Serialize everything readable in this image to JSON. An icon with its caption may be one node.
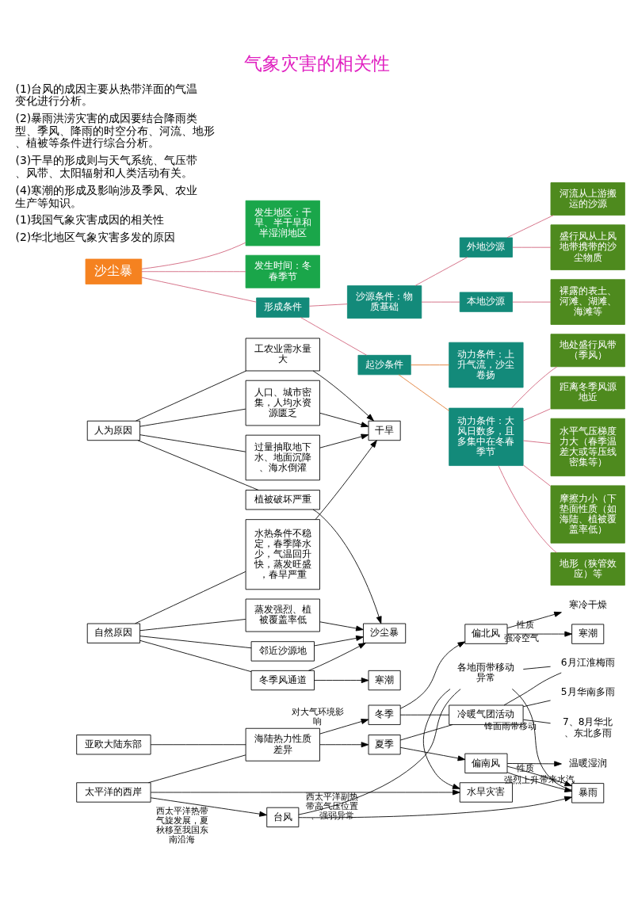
{
  "diagram": {
    "title": "气象灾害的相关性",
    "nodes": [
      {
        "text": [
          "亚欧大陆东部"
        ]
      },
      {
        "text": [
          "太平洋的西岸"
        ]
      },
      {
        "text": [
          "海陆热力性质差异"
        ]
      },
      {
        "text": [
          "冬季"
        ]
      },
      {
        "text": [
          "夏季"
        ]
      },
      {
        "text": [
          "冷暖气团活动"
        ]
      },
      {
        "text": [
          "偏北风"
        ]
      },
      {
        "text": [
          "寒潮"
        ]
      },
      {
        "text": [
          "寒冷干燥"
        ]
      },
      {
        "text": [
          "7、8月华北、东北多雨"
        ]
      },
      {
        "text": [
          "6月江淮梅雨"
        ]
      },
      {
        "text": [
          "5月华南多雨"
        ]
      },
      {
        "text": [
          "偏南风"
        ]
      },
      {
        "text": [
          "温暖湿润"
        ]
      },
      {
        "text": [
          "暴雨"
        ]
      },
      {
        "text": [
          "台风"
        ]
      },
      {
        "text": [
          "水旱灾害"
        ]
      },
      {
        "text": [
          "各地雨带移动异常"
        ]
      },
      {
        "text": [
          "自然原因"
        ]
      },
      {
        "text": [
          "水热条件不稳定，春季降水少，气温回升快，蒸发旺盛，春旱严重"
        ]
      },
      {
        "text": [
          "冬季风通道"
        ]
      },
      {
        "text": [
          "邻近沙源地"
        ]
      },
      {
        "text": [
          "蒸发强烈、植被覆盖率低"
        ]
      },
      {
        "text": [
          "寒潮"
        ]
      },
      {
        "text": [
          "干旱"
        ]
      },
      {
        "text": [
          "沙尘暴"
        ]
      },
      {
        "text": [
          "工农业需水量大"
        ]
      },
      {
        "text": [
          "人口、城市密集，人均水资源匮乏"
        ]
      },
      {
        "text": [
          "过量抽取地下水、地面沉降、海水倒灌"
        ]
      },
      {
        "text": [
          "植被破坏严重"
        ]
      },
      {
        "text": [
          "人为原因"
        ]
      },
      {
        "text": [
          "沙尘暴"
        ]
      },
      {
        "text": [
          "发生地区：干旱、半干旱和半湿润地区"
        ]
      },
      {
        "text": [
          "发生时间：冬春季节"
        ]
      },
      {
        "text": [
          "形成条件"
        ]
      },
      {
        "text": [
          "沙源条件：物质基础"
        ]
      },
      {
        "text": [
          "外地沙源"
        ]
      },
      {
        "text": [
          "河流从上游搬运的沙源"
        ]
      },
      {
        "text": [
          "盛行风从上风地带携带的沙尘物质"
        ]
      },
      {
        "text": [
          "本地沙源"
        ]
      },
      {
        "text": [
          "裸露的表土、河滩、湖滩、海滩等"
        ]
      },
      {
        "text": [
          "起沙条件"
        ]
      },
      {
        "text": [
          "动力条件：上升气流，沙尘卷扬"
        ]
      },
      {
        "text": [
          "动力条件：大风日数多，且多集中在冬春季节"
        ]
      },
      {
        "text": [
          "地处盛行风带（季风）"
        ]
      },
      {
        "text": [
          "距离冬季风源地近"
        ]
      },
      {
        "text": [
          "水平气压梯度力大（春季温差大或等压线密集等）"
        ]
      },
      {
        "text": [
          "摩擦力小（下垫面性质（如海陆、植被覆盖率低）"
        ]
      },
      {
        "text": [
          "地形（狭管效应）等"
        ]
      }
    ],
    "edges": [
      {
        "from": 0,
        "to": 2,
        "arrow": "none"
      },
      {
        "from": 1,
        "to": 2,
        "arrow": "none"
      },
      {
        "from": 2,
        "to": 3,
        "arrow": "to",
        "label": "对大气环境影响"
      },
      {
        "from": 2,
        "to": 4,
        "arrow": "to"
      },
      {
        "from": 3,
        "to": 5,
        "arrow": "none"
      },
      {
        "from": 4,
        "to": 5,
        "arrow": "none"
      },
      {
        "from": 3,
        "to": 6,
        "arrow": "to"
      },
      {
        "from": 6,
        "to": 7,
        "arrow": "to",
        "label": "强冷空气"
      },
      {
        "from": 6,
        "to": 8,
        "arrow": "to",
        "label": "性质"
      },
      {
        "from": 5,
        "to": 9,
        "arrow": "none",
        "label": "锋面雨带移动"
      },
      {
        "from": 5,
        "to": 10,
        "arrow": "none"
      },
      {
        "from": 5,
        "to": 11,
        "arrow": "none"
      },
      {
        "from": 4,
        "to": 12,
        "arrow": "to"
      },
      {
        "from": 12,
        "to": 13,
        "arrow": "to",
        "label": "性质"
      },
      {
        "from": 12,
        "to": 14,
        "arrow": "to",
        "label": "带来水汽"
      },
      {
        "from": 12,
        "to": 14,
        "arrow": "to",
        "label": "强烈上升"
      },
      {
        "from": 1,
        "to": 15,
        "arrow": "to",
        "label": "西太平洋热带气旋发展，夏秋移至我国东南沿海"
      },
      {
        "from": 15,
        "to": 14,
        "arrow": "to"
      },
      {
        "from": 1,
        "to": 16,
        "arrow": "to",
        "label": "西太平洋副热带高气压位置、强弱异常"
      },
      {
        "from": 10,
        "to": 17,
        "arrow": "none"
      },
      {
        "from": 14,
        "to": 17,
        "arrow": "none"
      },
      {
        "from": 15,
        "to": 17,
        "arrow": "none"
      },
      {
        "from": 17,
        "to": 16,
        "arrow": "to"
      },
      {
        "from": 18,
        "to": 19,
        "arrow": "none"
      },
      {
        "from": 18,
        "to": 20,
        "arrow": "none"
      },
      {
        "from": 18,
        "to": 21,
        "arrow": "none"
      },
      {
        "from": 18,
        "to": 22,
        "arrow": "none"
      },
      {
        "from": 19,
        "to": 24,
        "arrow": "to"
      },
      {
        "from": 20,
        "to": 23,
        "arrow": "to"
      },
      {
        "from": 20,
        "to": 25,
        "arrow": "to"
      },
      {
        "from": 21,
        "to": 25,
        "arrow": "to"
      },
      {
        "from": 22,
        "to": 25,
        "arrow": "to"
      },
      {
        "from": 26,
        "to": 24,
        "arrow": "to"
      },
      {
        "from": 27,
        "to": 24,
        "arrow": "to"
      },
      {
        "from": 28,
        "to": 24,
        "arrow": "to"
      },
      {
        "from": 29,
        "to": 25,
        "arrow": "to"
      },
      {
        "from": 30,
        "to": 26,
        "arrow": "none"
      },
      {
        "from": 30,
        "to": 27,
        "arrow": "none"
      },
      {
        "from": 30,
        "to": 28,
        "arrow": "none"
      },
      {
        "from": 30,
        "to": 29,
        "arrow": "none"
      },
      {
        "from": 31,
        "to": 32,
        "arrow": "none",
        "color": "#d0607a"
      },
      {
        "from": 31,
        "to": 33,
        "arrow": "none",
        "color": "#d0607a"
      },
      {
        "from": 31,
        "to": 34,
        "arrow": "none",
        "color": "#d0607a"
      },
      {
        "from": 34,
        "to": 35,
        "arrow": "none",
        "color": "#d0607a"
      },
      {
        "from": 34,
        "to": 41,
        "arrow": "none",
        "color": "#d0607a"
      },
      {
        "from": 35,
        "to": 36,
        "arrow": "none",
        "color": "#d0607a"
      },
      {
        "from": 35,
        "to": 39,
        "arrow": "none",
        "color": "#d0607a"
      },
      {
        "from": 36,
        "to": 37,
        "arrow": "none",
        "color": "#d0607a"
      },
      {
        "from": 36,
        "to": 38,
        "arrow": "none",
        "color": "#d0607a"
      },
      {
        "from": 39,
        "to": 40,
        "arrow": "none",
        "color": "#d0607a"
      },
      {
        "from": 41,
        "to": 42,
        "arrow": "none",
        "color": "#e07a30"
      },
      {
        "from": 41,
        "to": 43,
        "arrow": "none",
        "color": "#e07a30"
      },
      {
        "from": 43,
        "to": 44,
        "arrow": "none",
        "color": "#d0607a"
      },
      {
        "from": 43,
        "to": 45,
        "arrow": "none",
        "color": "#d0607a"
      },
      {
        "from": 43,
        "to": 46,
        "arrow": "none",
        "color": "#d0607a"
      },
      {
        "from": 43,
        "to": 47,
        "arrow": "none",
        "color": "#d0607a"
      },
      {
        "from": 43,
        "to": 48,
        "arrow": "none",
        "color": "#d0607a"
      }
    ],
    "labels": [
      "(1)台风的成因主要从热带洋面的气温变化进行分析。",
      "(2)暴雨洪涝灾害的成因要结合降雨类型、季风、降雨的时空分布、河流、地形、植被等条件进行综合分析。",
      "(3)干旱的形成则与天气系统、气压带、风带、太阳辐射和人类活动有关。",
      "(4)寒潮的形成及影响涉及季风、农业生产等知识。",
      "(1)我国气象灾害成因的相关性",
      "(2)华北地区气象灾害多发的原因"
    ]
  }
}
